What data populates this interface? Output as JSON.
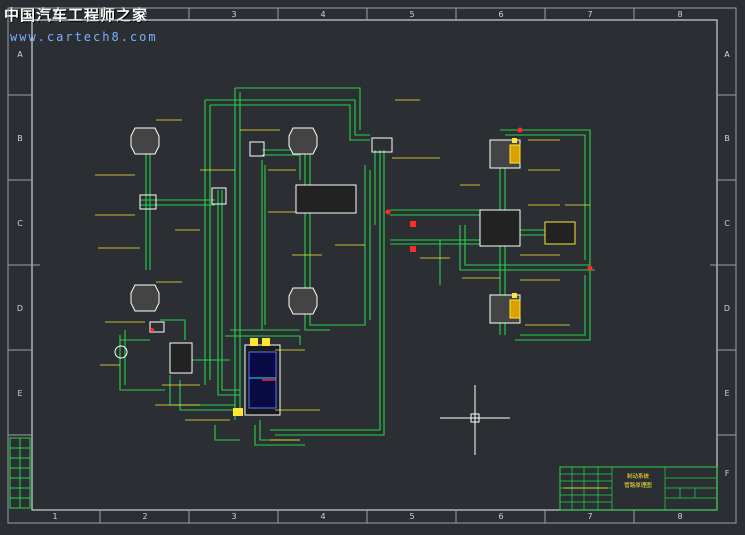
{
  "watermark": {
    "title": "中国汽车工程师之家",
    "url": "www.cartech8.com"
  },
  "frame": {
    "columns": [
      "1",
      "2",
      "3",
      "4",
      "5",
      "6",
      "7",
      "8"
    ],
    "rows": [
      "A",
      "B",
      "C",
      "D",
      "E",
      "F"
    ]
  },
  "title_block": {
    "caption_1": "制动系统",
    "caption_2": "管路原理图"
  },
  "colors": {
    "background": "#2b2f33",
    "frame": "#9aa0a6",
    "pipe": "#27d24a",
    "label": "#ffe733",
    "component": "#ffffff",
    "accent_red": "#ff2a2a",
    "accent_cyan": "#33d6ff"
  }
}
